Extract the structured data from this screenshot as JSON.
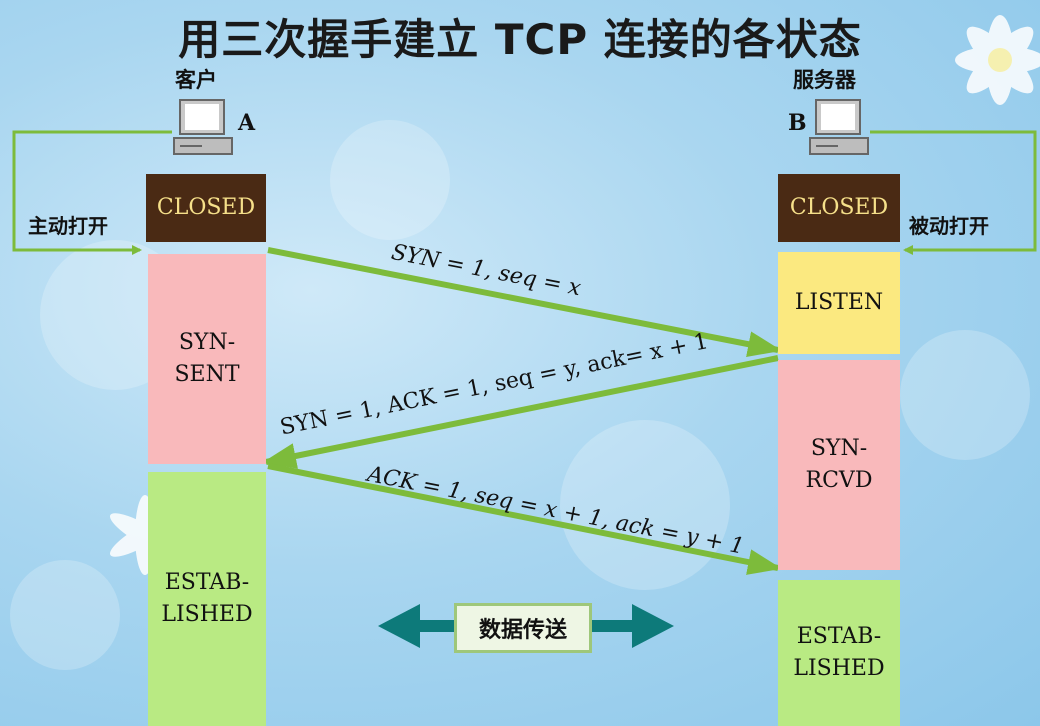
{
  "title": "用三次握手建立 TCP 连接的各状态",
  "client": {
    "label": "客户",
    "letter": "A",
    "open_label": "主动打开",
    "states": [
      "CLOSED",
      "SYN-\nSENT",
      "ESTAB-\nLISHED"
    ]
  },
  "server": {
    "label": "服务器",
    "letter": "B",
    "open_label": "被动打开",
    "states": [
      "CLOSED",
      "LISTEN",
      "SYN-\nRCVD",
      "ESTAB-\nLISHED"
    ]
  },
  "messages": [
    "SYN = 1, seq = x",
    "SYN = 1, ACK = 1, seq = y, ack= x + 1",
    "ACK = 1, seq = x + 1, ack = y + 1"
  ],
  "data_transfer": "数据传送",
  "colors": {
    "closed": "#4a2a14",
    "syn_sent": "#f9b9bb",
    "established": "#b9ea83",
    "listen": "#fbe980",
    "arrow": "#7dbb3b",
    "data_arrow": "#0d7a7a"
  }
}
